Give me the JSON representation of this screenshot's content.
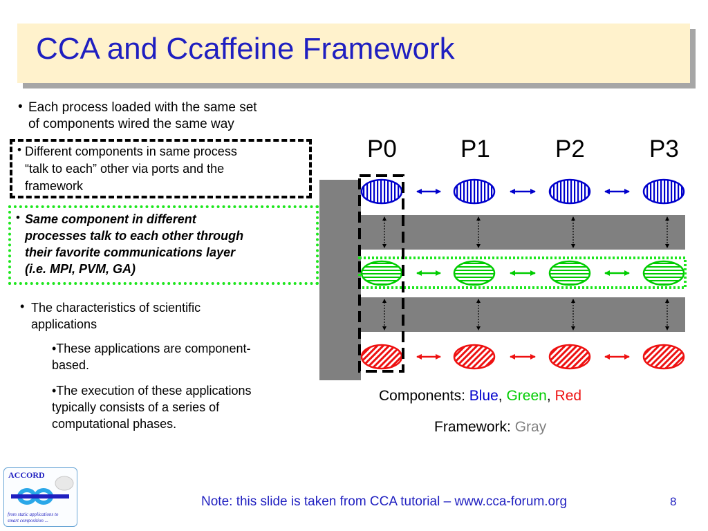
{
  "title": "CCA and Ccaffeine Framework",
  "bullets": {
    "b1": [
      "Each process loaded with the same set",
      "of components wired the same way"
    ],
    "b2": [
      "Different components in same process",
      "“talk to each” other via ports and the",
      "framework"
    ],
    "b3": [
      "Same component in different",
      "processes talk to each other through",
      "their favorite communications layer",
      "(i.e. MPI, PVM, GA)"
    ],
    "b4": [
      "The characteristics of scientific",
      "applications"
    ],
    "sub1": [
      "•These applications are component-",
      "based."
    ],
    "sub2": [
      "•The execution of these applications",
      "typically consists of a series of",
      "computational phases."
    ]
  },
  "diagram": {
    "processes": [
      "P0",
      "P1",
      "P2",
      "P3"
    ],
    "components_label": "Components:",
    "component_colors": [
      {
        "name": "Blue",
        "color": "#0000cc"
      },
      {
        "name": "Green",
        "color": "#00cc00"
      },
      {
        "name": "Red",
        "color": "#ee1111"
      }
    ],
    "framework_label": "Framework:",
    "framework_color_name": "Gray",
    "framework_color": "#808080"
  },
  "logo": {
    "name": "ACCORD",
    "tagline": [
      "from static applications to",
      "smart composition ..."
    ]
  },
  "note": "Note: this slide is taken from CCA tutorial – www.cca-forum.org",
  "page_number": "8"
}
